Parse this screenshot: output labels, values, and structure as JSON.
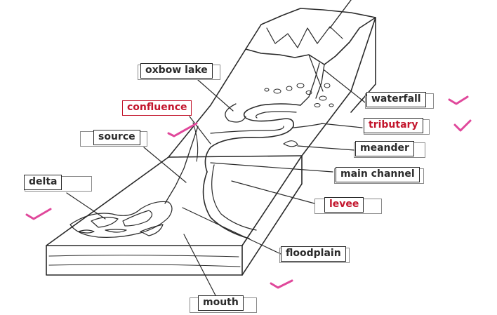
{
  "labels": {
    "oxbow_lake": "oxbow lake",
    "confluence": "confluence",
    "source": "source",
    "delta": "delta",
    "waterfall": "waterfall",
    "tributary": "tributary",
    "meander": "meander",
    "main_channel": "main channel",
    "levee": "levee",
    "floodplain": "floodplain",
    "mouth": "mouth"
  },
  "colors": {
    "line": "#2a2a2a",
    "correct_text": "#c3162d",
    "check_mark": "#e0489b"
  },
  "icons": [
    "check-mark-icon"
  ]
}
